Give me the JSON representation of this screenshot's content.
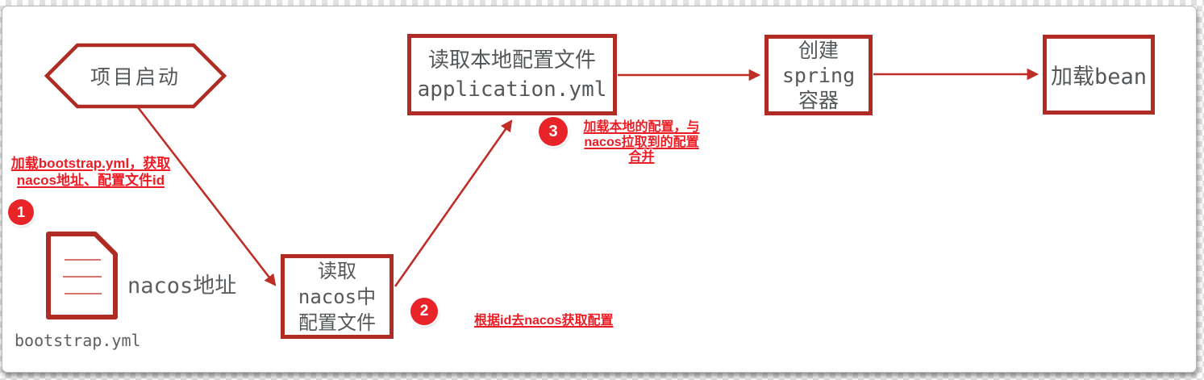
{
  "colors": {
    "shape_border": "#b02b23",
    "arrow": "#bf2e26",
    "annotation_text": "#ed1c24",
    "badge_background": "#e82429",
    "node_text": "#55585a"
  },
  "nodes": {
    "start": {
      "label": "项目启动"
    },
    "read_local": {
      "label": "读取本地配置文件\napplication.yml"
    },
    "create_spring": {
      "label": "创建\nspring\n容器"
    },
    "load_bean": {
      "label": "加载bean"
    },
    "read_nacos": {
      "label": "读取\nnacos中\n配置文件"
    }
  },
  "file": {
    "label": "nacos地址",
    "caption": "bootstrap.yml"
  },
  "annotations": [
    {
      "number": "1",
      "text": "加载bootstrap.yml，获取\nnacos地址、配置文件id"
    },
    {
      "number": "2",
      "text": "根据id去nacos获取配置"
    },
    {
      "number": "3",
      "text": "加载本地的配置，与\nnacos拉取到的配置\n合并"
    }
  ]
}
